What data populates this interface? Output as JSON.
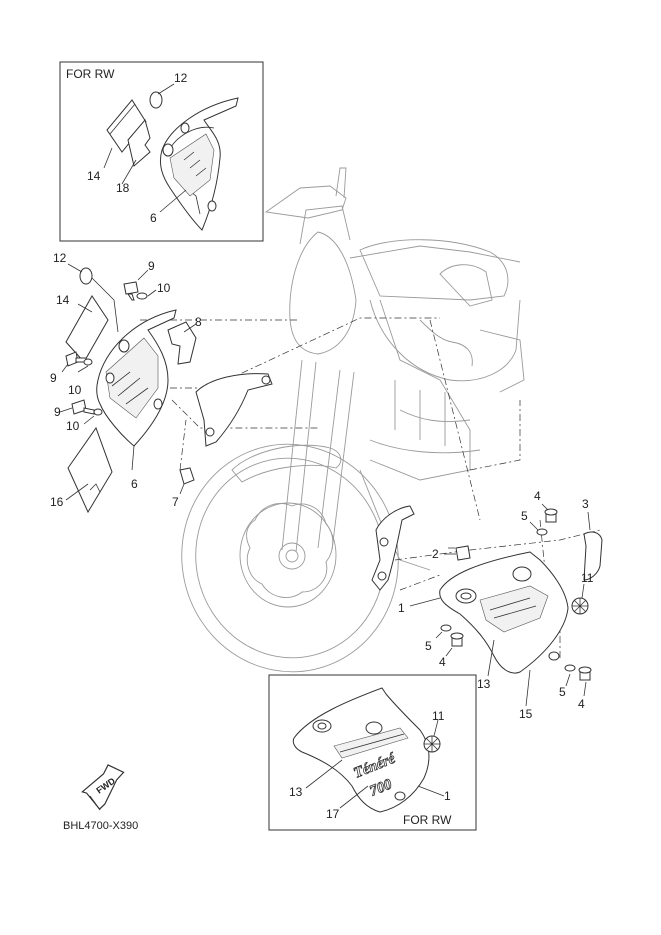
{
  "diagram": {
    "code": "BHL4700-X390",
    "fwd_label": "FWD",
    "box_top_title": "FOR RW",
    "box_bottom_title": "FOR RW",
    "box_bottom_logo_line1": "Ténéré",
    "box_bottom_logo_line2": "700"
  },
  "callouts": [
    {
      "id": "c12a",
      "text": "12"
    },
    {
      "id": "c14a",
      "text": "14"
    },
    {
      "id": "c18a",
      "text": "18"
    },
    {
      "id": "c6a",
      "text": "6"
    },
    {
      "id": "c12b",
      "text": "12"
    },
    {
      "id": "c9a",
      "text": "9"
    },
    {
      "id": "c10a",
      "text": "10"
    },
    {
      "id": "c14b",
      "text": "14"
    },
    {
      "id": "c8",
      "text": "8"
    },
    {
      "id": "c9b",
      "text": "9"
    },
    {
      "id": "c10b",
      "text": "10"
    },
    {
      "id": "c9c",
      "text": "9"
    },
    {
      "id": "c10c",
      "text": "10"
    },
    {
      "id": "c16",
      "text": "16"
    },
    {
      "id": "c6b",
      "text": "6"
    },
    {
      "id": "c7",
      "text": "7"
    },
    {
      "id": "c4a",
      "text": "4"
    },
    {
      "id": "c5a",
      "text": "5"
    },
    {
      "id": "c3",
      "text": "3"
    },
    {
      "id": "c2",
      "text": "2"
    },
    {
      "id": "c1a",
      "text": "1"
    },
    {
      "id": "c11a",
      "text": "11"
    },
    {
      "id": "c5b",
      "text": "5"
    },
    {
      "id": "c4b",
      "text": "4"
    },
    {
      "id": "c13a",
      "text": "13"
    },
    {
      "id": "c15",
      "text": "15"
    },
    {
      "id": "c5c",
      "text": "5"
    },
    {
      "id": "c4c",
      "text": "4"
    },
    {
      "id": "c11b",
      "text": "11"
    },
    {
      "id": "c13b",
      "text": "13"
    },
    {
      "id": "c17",
      "text": "17"
    },
    {
      "id": "c1b",
      "text": "1"
    }
  ]
}
